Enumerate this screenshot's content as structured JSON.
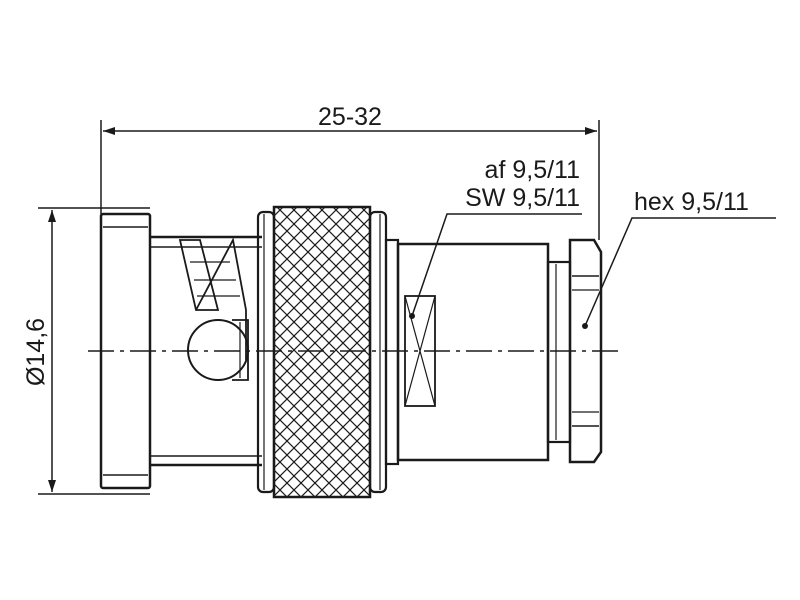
{
  "drawing": {
    "dimensions": {
      "length": "25-32",
      "diameter": "Ø14,6",
      "across_flats_af": "af 9,5/11",
      "across_flats_sw": "SW 9,5/11",
      "hex": "hex 9,5/11"
    },
    "colors": {
      "line": "#1a1a1a",
      "background": "#ffffff"
    }
  }
}
